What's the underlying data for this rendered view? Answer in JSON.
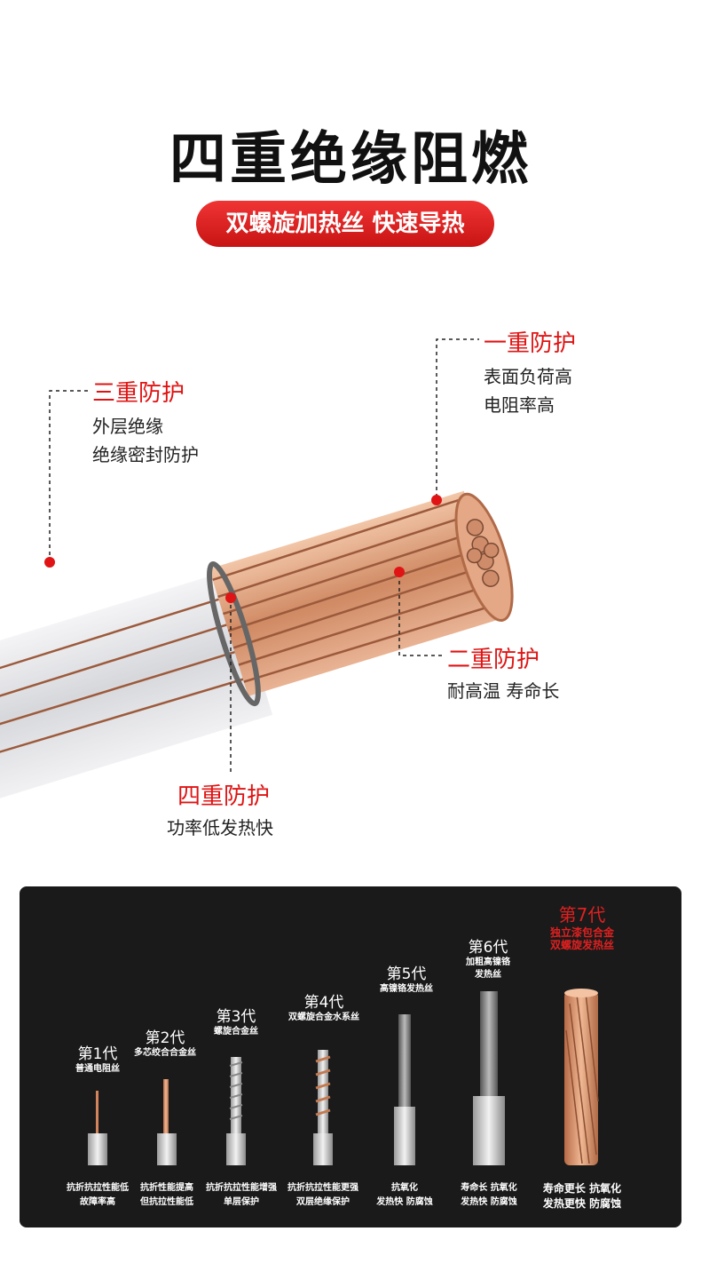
{
  "title": "四重绝缘阻燃",
  "subtitle": "双螺旋加热丝 快速导热",
  "layers": {
    "one": {
      "label": "一重防护",
      "lines": [
        "表面负荷高",
        "电阻率高"
      ]
    },
    "two": {
      "label": "二重防护",
      "lines": [
        "耐高温 寿命长"
      ]
    },
    "three": {
      "label": "三重防护",
      "lines": [
        "外层绝缘",
        "绝缘密封防护"
      ]
    },
    "four": {
      "label": "四重防护",
      "lines": [
        "功率低发热快"
      ]
    }
  },
  "generations": [
    {
      "name": "第1代",
      "sub": [
        "普通电阻丝"
      ],
      "caption": [
        "抗折抗拉性能低",
        "故障率高"
      ]
    },
    {
      "name": "第2代",
      "sub": [
        "多芯绞合合金丝"
      ],
      "caption": [
        "抗折性能提高",
        "但抗拉性能低"
      ]
    },
    {
      "name": "第3代",
      "sub": [
        "螺旋合金丝"
      ],
      "caption": [
        "抗折抗拉性能增强",
        "单层保护"
      ]
    },
    {
      "name": "第4代",
      "sub": [
        "双螺旋合金水系丝"
      ],
      "caption": [
        "抗折抗拉性能更强",
        "双层绝缘保护"
      ]
    },
    {
      "name": "第5代",
      "sub": [
        "高镍铬发热丝"
      ],
      "caption": [
        "抗氧化",
        "发热快 防腐蚀"
      ]
    },
    {
      "name": "第6代",
      "sub": [
        "加粗高镍铬",
        "发热丝"
      ],
      "caption": [
        "寿命长 抗氧化",
        "发热快 防腐蚀"
      ]
    },
    {
      "name": "第7代",
      "sub": [
        "独立漆包合金",
        "双螺旋发热丝"
      ],
      "caption": [
        "寿命更长 抗氧化",
        "发热更快 防腐蚀"
      ]
    }
  ],
  "colors": {
    "accent": "#e01414",
    "panel": "#1a1a1a",
    "copper": "#d89a78"
  }
}
